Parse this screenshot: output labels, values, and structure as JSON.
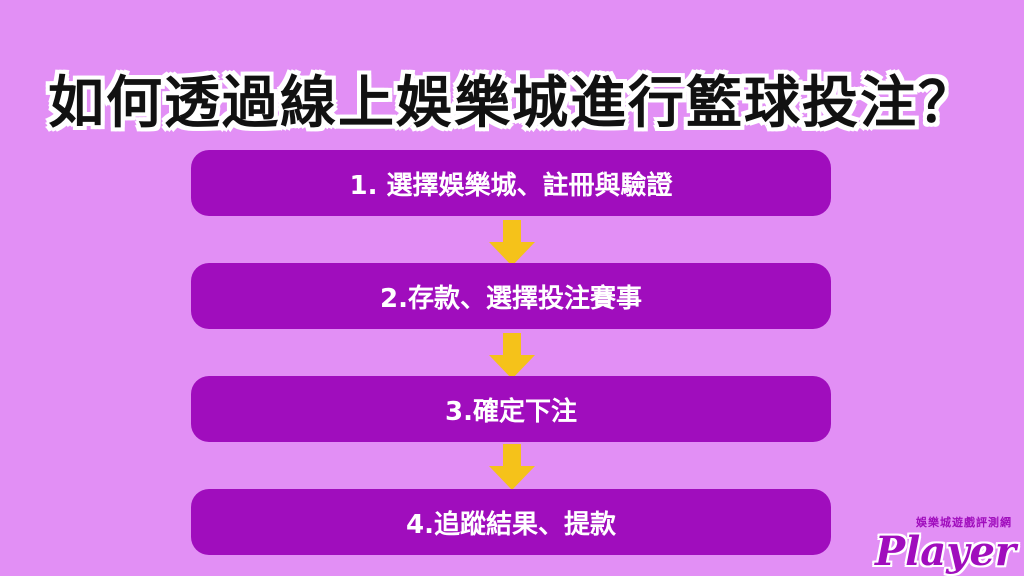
{
  "title": "如何透過線上娛樂城進行籃球投注？",
  "steps": [
    {
      "label": "1. 選擇娛樂城、註冊與驗證"
    },
    {
      "label": "2.存款、選擇投注賽事"
    },
    {
      "label": "3.確定下注"
    },
    {
      "label": "4.追蹤結果、提款"
    }
  ],
  "logo": {
    "subtitle": "娛樂城遊戲評測網",
    "name": "Player"
  },
  "colors": {
    "background": "#e28ff5",
    "step_fill": "#a00dbd",
    "arrow": "#f5c21a"
  }
}
